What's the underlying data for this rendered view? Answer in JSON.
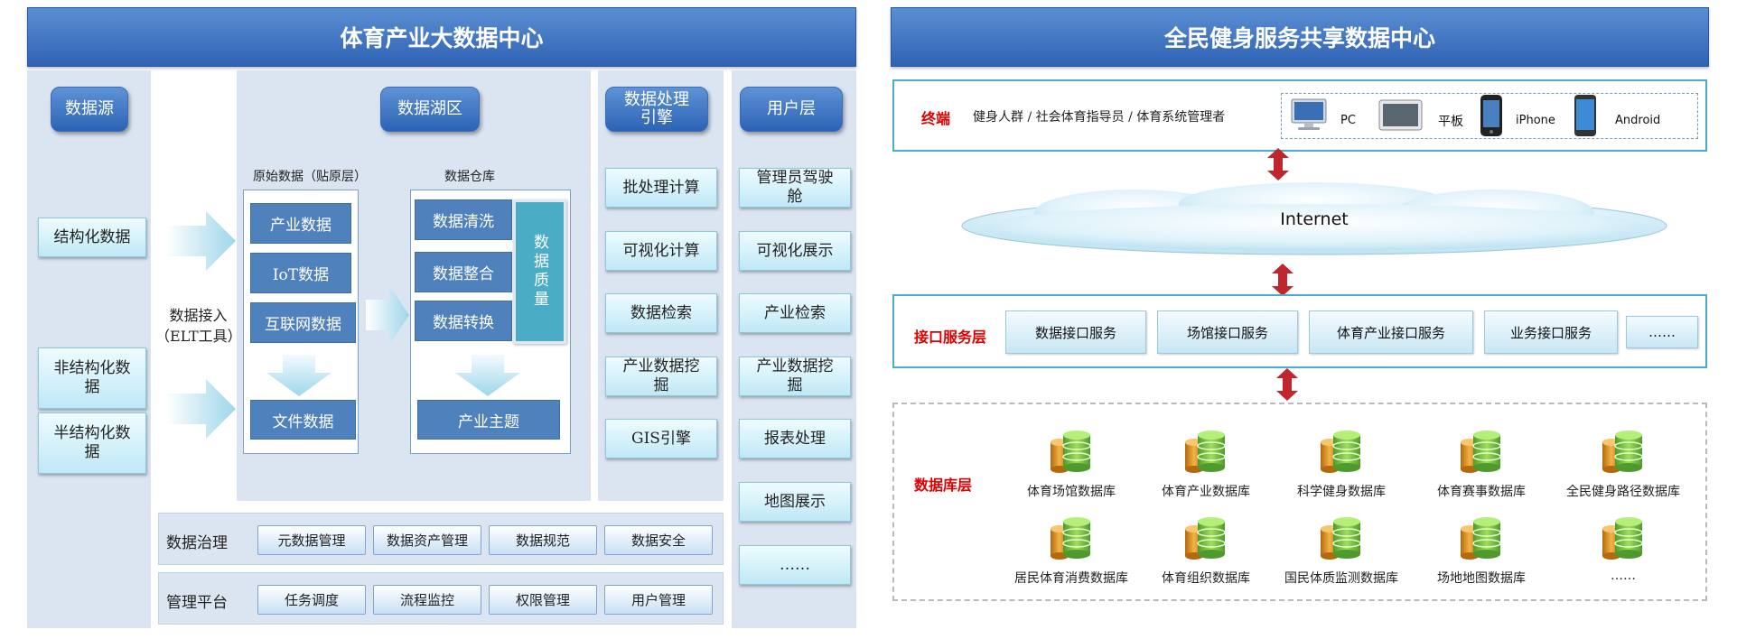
{
  "left": {
    "title": "体育产业大数据中心",
    "col_headers": {
      "source": "数据源",
      "lake": "数据湖区",
      "processing": "数据处理引擎",
      "user": "用户层"
    },
    "sources": [
      "结构化数据",
      "非结构化数据",
      "半结构化数据"
    ],
    "ingest_label": "数据接入（ELT工具）",
    "raw": {
      "title": "原始数据（贴原层）",
      "items": [
        "产业数据",
        "IoT数据",
        "互联网数据"
      ],
      "bottom": "文件数据"
    },
    "warehouse": {
      "title": "数据仓库",
      "items": [
        "数据清洗",
        "数据整合",
        "数据转换"
      ],
      "side": "数据质量",
      "bottom": "产业主题"
    },
    "processing_items": [
      "批处理计算",
      "可视化计算",
      "数据检索",
      "产业数据挖掘",
      "GIS引擎"
    ],
    "user_items": [
      "管理员驾驶舱",
      "可视化展示",
      "产业检索",
      "产业数据挖掘",
      "报表处理",
      "地图展示",
      "……"
    ],
    "governance": {
      "label": "数据治理",
      "items": [
        "元数据管理",
        "数据资产管理",
        "数据规范",
        "数据安全"
      ]
    },
    "management": {
      "label": "管理平台",
      "items": [
        "任务调度",
        "流程监控",
        "权限管理",
        "用户管理"
      ]
    }
  },
  "right": {
    "title": "全民健身服务共享数据中心",
    "terminal": {
      "label": "终端",
      "users": "健身人群 / 社会体育指导员 / 体育系统管理者",
      "devices": [
        "PC",
        "平板",
        "iPhone",
        "Android"
      ]
    },
    "internet": "Internet",
    "interface": {
      "label": "接口服务层",
      "items": [
        "数据接口服务",
        "场馆接口服务",
        "体育产业接口服务",
        "业务接口服务",
        "……"
      ]
    },
    "database": {
      "label": "数据库层",
      "row1": [
        "体育场馆数据库",
        "体育产业数据库",
        "科学健身数据库",
        "体育赛事数据库",
        "全民健身路径数据库"
      ],
      "row2": [
        "居民体育消费数据库",
        "体育组织数据库",
        "国民体质监测数据库",
        "场地地图数据库",
        "……"
      ]
    }
  },
  "colors": {
    "banner": "#2f62b3",
    "panel": "#dbe5f1",
    "accent_red": "#e00000",
    "frame": "#4bacc6",
    "arrow_red": "#c0272d"
  }
}
